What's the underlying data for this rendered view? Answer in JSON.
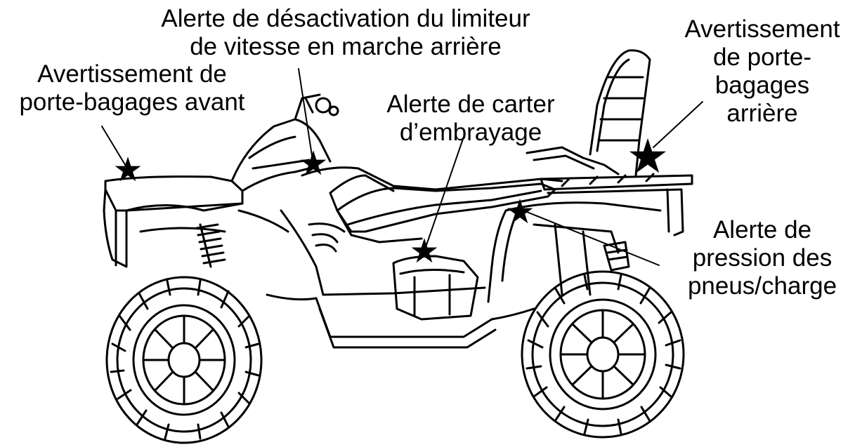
{
  "labels": {
    "speed_limiter": "Alerte de désactivation du limiteur\nde vitesse en marche arrière",
    "front_rack": "Avertissement de\nporte-bagages avant",
    "clutch": "Alerte de carter\nd’embrayage",
    "rear_rack": "Avertissement\nde porte-\nbagages\narrière",
    "tire": "Alerte de\npression des\npneus/charge"
  },
  "marker_glyph": "★",
  "colors": {
    "ink": "#000000",
    "background": "#ffffff"
  }
}
